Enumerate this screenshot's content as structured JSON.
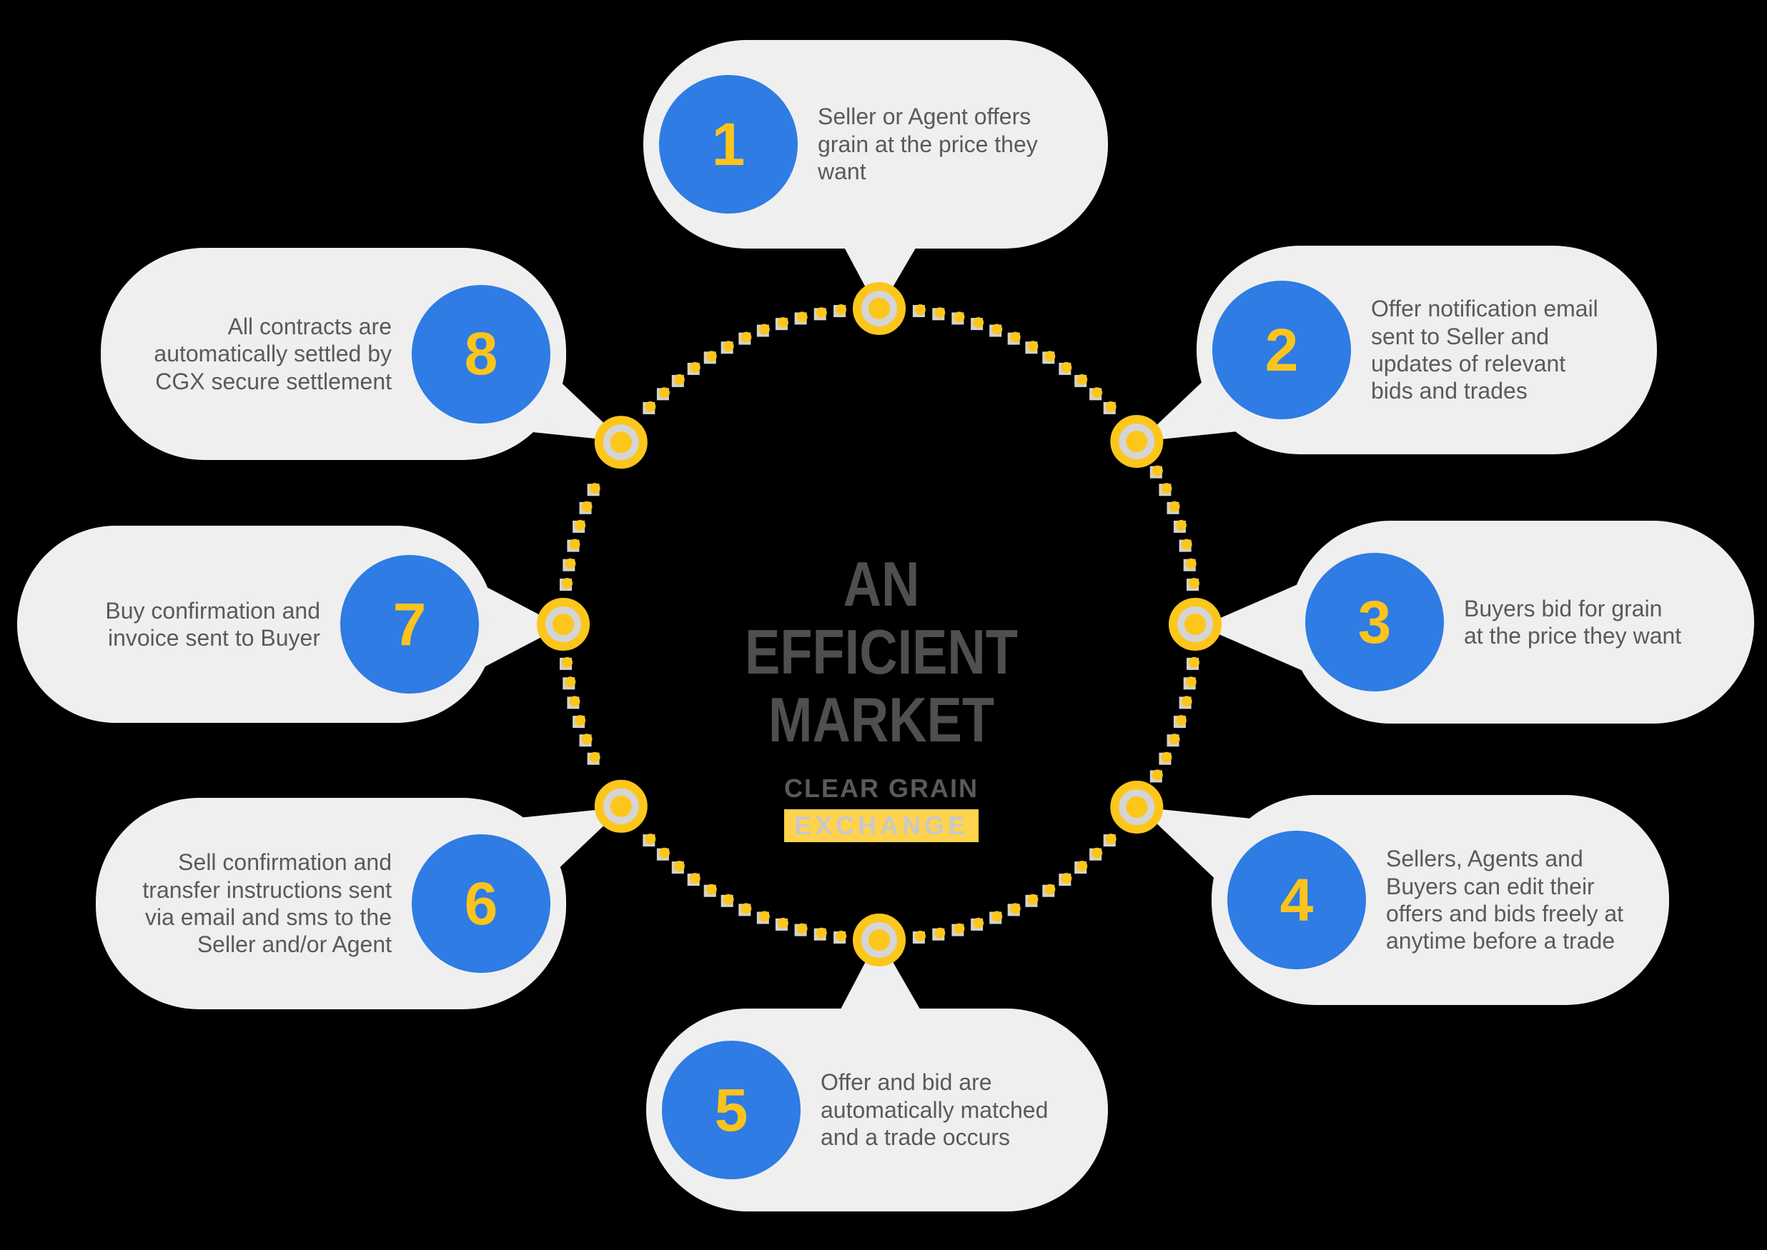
{
  "title": "AN EFFICIENT\nMARKET",
  "brand": {
    "line1": "CLEAR GRAIN",
    "line2": "EXCHANGE"
  },
  "steps": [
    {
      "number": "1",
      "text": "Seller or Agent offers\ngrain at the price they\nwant"
    },
    {
      "number": "2",
      "text": "Offer notification email\nsent to Seller and\nupdates of relevant\nbids and trades"
    },
    {
      "number": "3",
      "text": "Buyers bid for grain\nat the price they want"
    },
    {
      "number": "4",
      "text": "Sellers, Agents and\nBuyers can edit their\noffers and bids freely at\nanytime before a trade"
    },
    {
      "number": "5",
      "text": "Offer and bid are\nautomatically matched\nand a trade occurs"
    },
    {
      "number": "6",
      "text": "Sell confirmation and\ntransfer instructions sent\nvia email and sms to the\nSeller and/or Agent"
    },
    {
      "number": "7",
      "text": "Buy confirmation and\ninvoice sent to Buyer"
    },
    {
      "number": "8",
      "text": "All contracts are\nautomatically settled by\nCGX secure settlement"
    }
  ],
  "colors": {
    "background": "#000000",
    "bubble_gray": "#efefef",
    "circle_blue": "#2e7ce4",
    "number_gold": "#fbc41c",
    "dot_yellow": "#fcc61b",
    "marker_inner_gray": "#d5d5d5",
    "title_gray": "#4f4f51",
    "text_gray": "#595a5c",
    "exchange_bar_yellow": "#ffd34e",
    "exchange_text_gray": "#c9c8ca"
  }
}
